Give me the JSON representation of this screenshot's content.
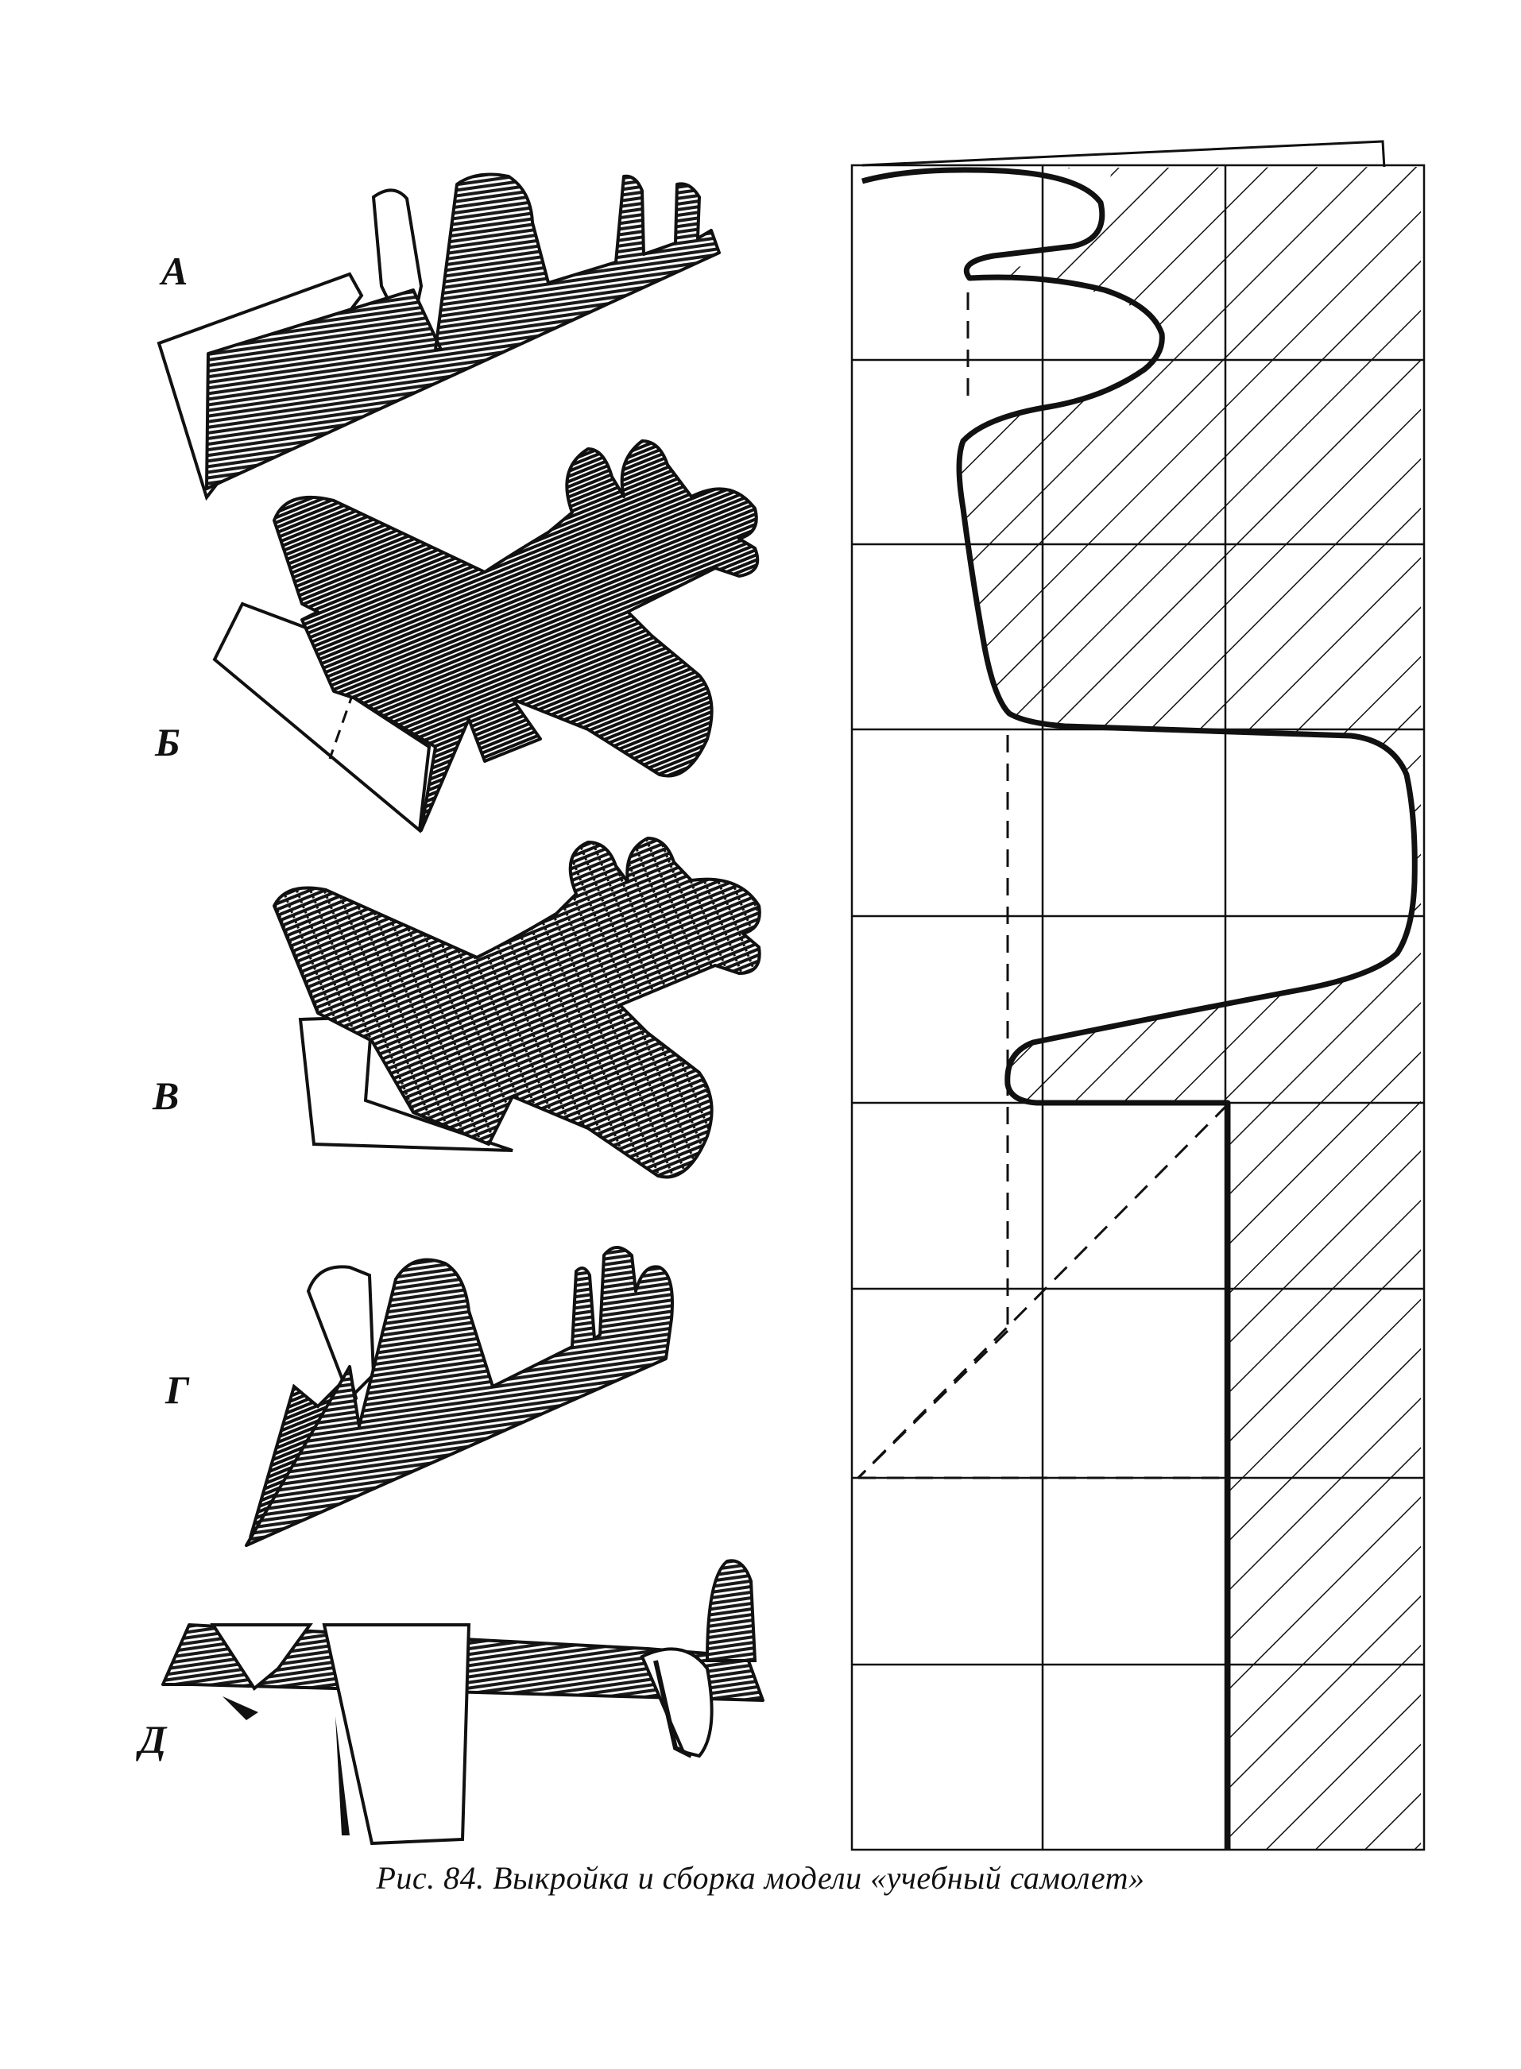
{
  "figure": {
    "step_labels": [
      "А",
      "Б",
      "В",
      "Г",
      "Д"
    ],
    "caption": "Рис. 84. Выкройка и сборка модели «учебный самолет»",
    "colors": {
      "ink": "#111111",
      "paper": "#ffffff"
    }
  }
}
